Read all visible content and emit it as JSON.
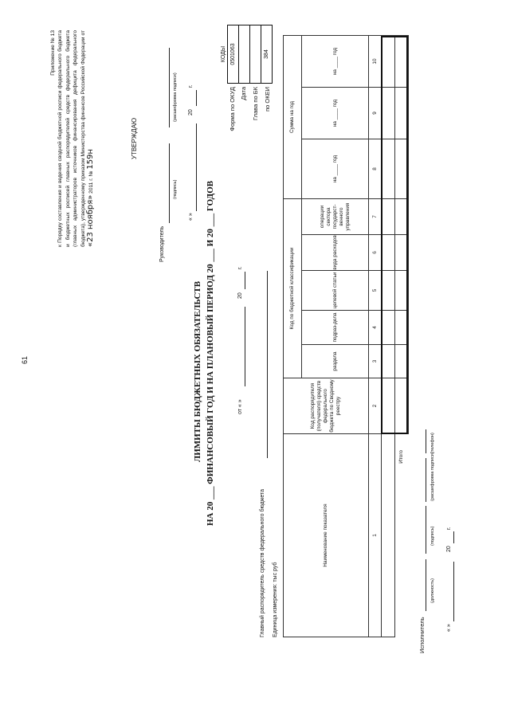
{
  "page_number": "61",
  "appendix": {
    "heading": "Приложение № 13",
    "text": "к Порядку составления и ведения сводной бюджетной росписи федерального бюджета и бюджетных росписей главных распорядителей средств федерального бюджета (главных администраторов источников финансирования дефицита федерального бюджета), утвержденному приказом Министерства финансов Российской Федерации от",
    "date_handwritten": "«23 ноября»",
    "year_text": "2011 г. №",
    "number_handwritten": "159н"
  },
  "approval": {
    "approve": "УТВЕРЖДАЮ",
    "head": "Руководитель",
    "signature_caption": "(подпись)",
    "decoding_caption": "(расшифровка подписи)",
    "date_quotes": "«     »",
    "date_year": "20",
    "date_g": "г."
  },
  "title": {
    "line1": "ЛИМИТЫ БЮДЖЕТНЫХ ОБЯЗАТЕЛЬСТВ",
    "line2": "НА 20 ___ ФИНАНСОВЫЙ ГОД И НА ПЛАНОВЫЙ ПЕРИОД 20 ___ И 20 ___ ГОДОВ",
    "date_from": "от «       »",
    "date_year": "20",
    "date_g": "г."
  },
  "codes": {
    "header": "КОДЫ",
    "rows": [
      {
        "label": "Форма по ОКУД",
        "value": "0501063"
      },
      {
        "label": "Дата",
        "value": ""
      },
      {
        "label": "Глава по БК",
        "value": ""
      },
      {
        "label": "по ОКЕИ",
        "value": "384"
      }
    ]
  },
  "meta": {
    "main_manager": "Главный распорядитель средств федерального бюджета",
    "unit": "Единица измерения:  тыс руб"
  },
  "table": {
    "col_name": "Наименование показателя",
    "col_code": "Код распорядителя (получателя) средств федерального бюджета по Сводному реестру",
    "group_bk": "Код по бюджетной классификации",
    "group_sum": "Сумма на год",
    "sub": [
      "раздела",
      "подраз-дела",
      "целевой статьи",
      "вида расходов",
      "операции сектора государст-венного управления"
    ],
    "year_cols": [
      "на ____ год",
      "на ____ год",
      "на ____ год"
    ],
    "numbers": [
      "1",
      "2",
      "3",
      "4",
      "5",
      "6",
      "7",
      "8",
      "9",
      "10"
    ],
    "total": "Итого"
  },
  "executor": {
    "label": "Исполнитель",
    "position": "(должность)",
    "signature": "(подпись)",
    "decoding": "(расшифровка подписи)",
    "phone": "(телефон)",
    "date_quotes": "«     »",
    "date_year": "20",
    "date_g": "г."
  }
}
